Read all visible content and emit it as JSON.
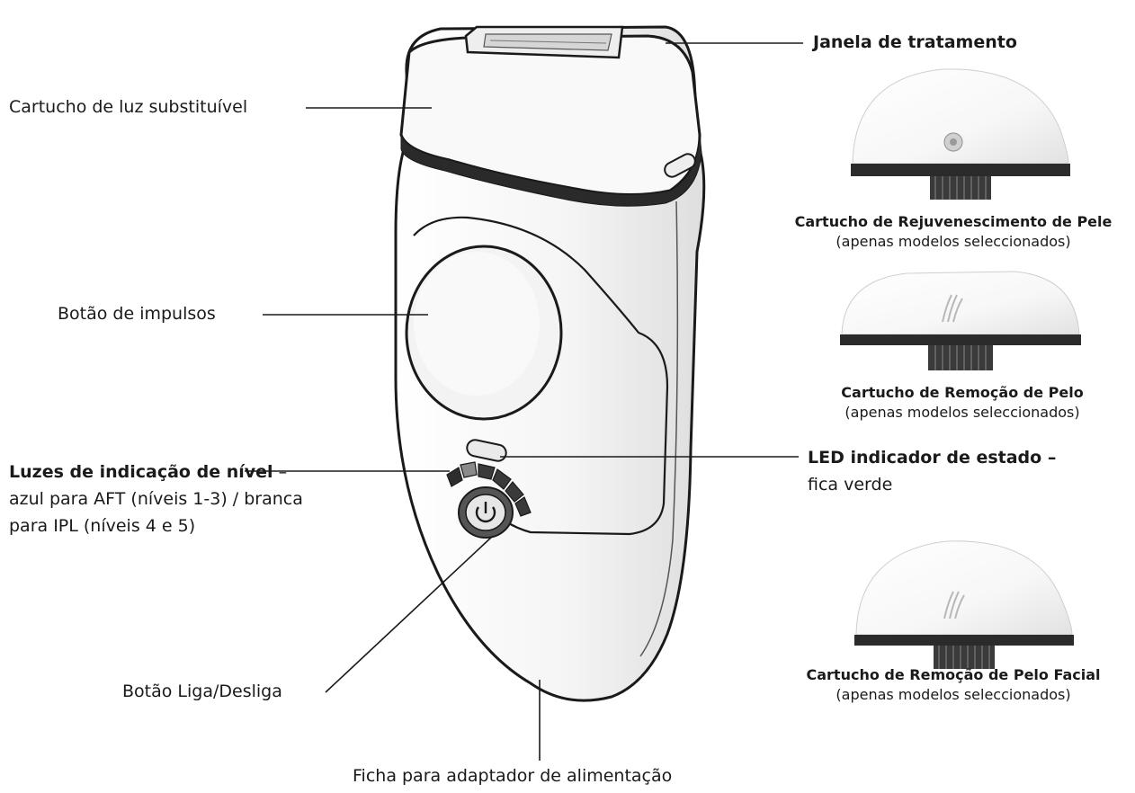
{
  "labels": {
    "janela": "Janela de tratamento",
    "cartucho_luz": "Cartucho de luz substituível",
    "botao_impulsos": "Botão de impulsos",
    "luzes_bold": "Luzes de indicação de nível",
    "luzes_rest": " – azul para AFT (níveis 1-3) / branca para IPL (níveis 4 e 5)",
    "led_bold": "LED indicador de estado –",
    "led_rest": "fica verde",
    "botao_liga": "Botão Liga/Desliga",
    "ficha": "Ficha para adaptador de alimentação"
  },
  "cartridges": [
    {
      "title": "Cartucho de Rejuvenescimento de Pele",
      "subtitle": "(apenas modelos seleccionados)",
      "mark": "dot-icon"
    },
    {
      "title": "Cartucho de Remoção de Pelo",
      "subtitle": "(apenas modelos seleccionados)",
      "mark": "hair-icon"
    },
    {
      "title": "Cartucho de Remoção de Pelo Facial",
      "subtitle": "(apenas modelos seleccionados)",
      "mark": "hair-icon"
    }
  ],
  "colors": {
    "outline": "#1a1a1a",
    "body_fill": "#f4f4f4",
    "shade": "#e3e3e3",
    "dark": "#444444"
  }
}
